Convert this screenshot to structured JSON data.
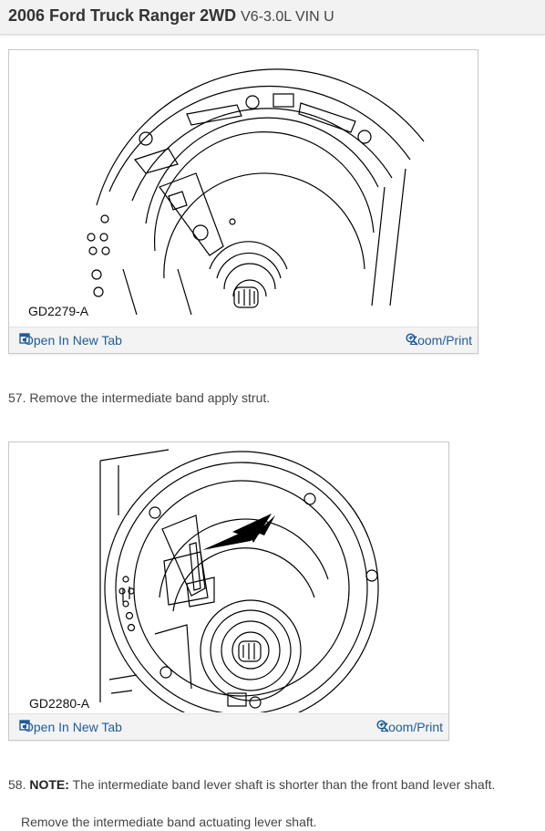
{
  "header": {
    "title": "2006 Ford Truck Ranger 2WD",
    "subtitle": "V6-3.0L VIN U"
  },
  "figures": [
    {
      "label": "GD2279-A",
      "open_label": "Open In New Tab",
      "zoom_label": "Zoom/Print",
      "icons": {
        "open": "open-new-tab-icon",
        "zoom": "zoom-in-icon"
      }
    },
    {
      "label": "GD2280-A",
      "open_label": "Open In New Tab",
      "zoom_label": "Zoom/Print",
      "icons": {
        "open": "open-new-tab-icon",
        "zoom": "zoom-in-icon"
      }
    }
  ],
  "steps": [
    {
      "text": "57. Remove the intermediate band apply strut."
    },
    {
      "prefix": "58. ",
      "note_label": "NOTE:",
      "text": " The intermediate band lever shaft is shorter than the front band lever shaft."
    },
    {
      "text": "Remove the intermediate band actuating lever shaft."
    }
  ],
  "colors": {
    "link": "#1f5c99",
    "header_bg": "#f2f2f2",
    "toolbar_bg": "#f3f3f3"
  }
}
